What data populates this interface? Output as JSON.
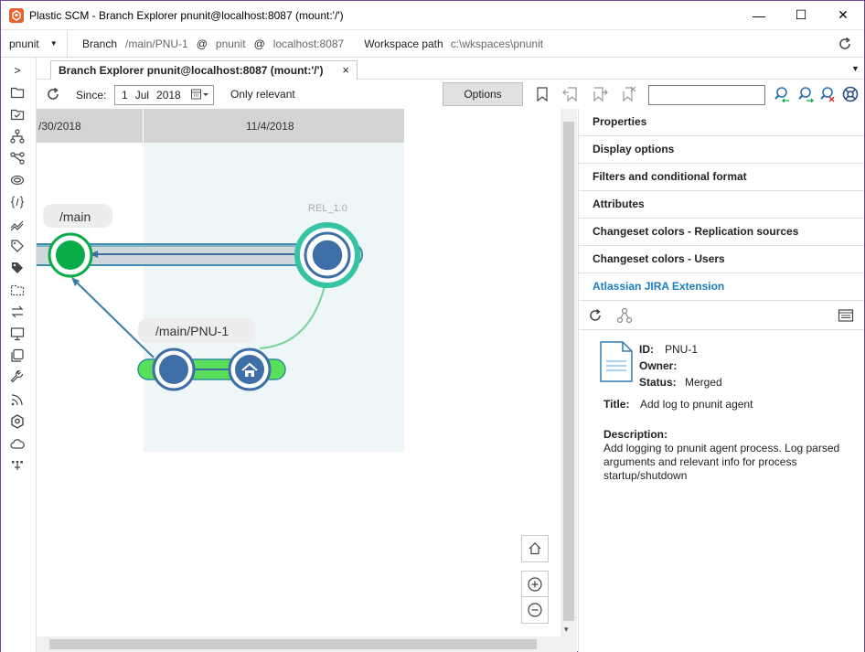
{
  "window": {
    "title": "Plastic SCM - Branch Explorer pnunit@localhost:8087 (mount:'/')",
    "minimize": "—",
    "maximize": "☐",
    "close": "✕"
  },
  "workspace_bar": {
    "workspace": "pnunit",
    "branch_label": "Branch",
    "branch_value": "/main/PNU-1",
    "at1": "@",
    "repo": "pnunit",
    "at2": "@",
    "server": "localhost:8087",
    "path_label": "Workspace path",
    "path_value": "c:\\wkspaces\\pnunit"
  },
  "sidebar": {
    "expand": ">"
  },
  "tab": {
    "label": "Branch Explorer pnunit@localhost:8087 (mount:'/')",
    "close": "×"
  },
  "toolbar": {
    "since_label": "Since:",
    "date_day": "1",
    "date_month": "Jul",
    "date_year": "2018",
    "only_relevant": "Only relevant",
    "options_label": "Options",
    "search_value": ""
  },
  "explorer": {
    "date_col_1": "/30/2018",
    "date_col_2": "11/4/2018",
    "branch_main": "/main",
    "branch_pnu": "/main/PNU-1",
    "label_rel": "REL_1.0"
  },
  "panel": {
    "sections": [
      "Properties",
      "Display options",
      "Filters and conditional format",
      "Attributes",
      "Changeset colors - Replication sources",
      "Changeset colors - Users"
    ],
    "extension": "Atlassian JIRA Extension",
    "issue": {
      "id_label": "ID:",
      "id_value": "PNU-1",
      "owner_label": "Owner:",
      "owner_value": "",
      "status_label": "Status:",
      "status_value": "Merged",
      "title_label": "Title:",
      "title_value": "Add log to pnunit agent",
      "description_label": "Description:",
      "description_value": "Add logging to pnunit agent process. Log parsed arguments and relevant info for process startup/shutdown"
    }
  },
  "colors": {
    "main_branch_fill": "#cfd8dc",
    "main_branch_stroke": "#3d8eb0",
    "child_branch_fill": "#59e05a",
    "changeset_blue": "#3e6ea6",
    "changeset_green": "#0aac4a",
    "label_ring": "#36c3a3",
    "link_blue": "#1d7bbf"
  }
}
